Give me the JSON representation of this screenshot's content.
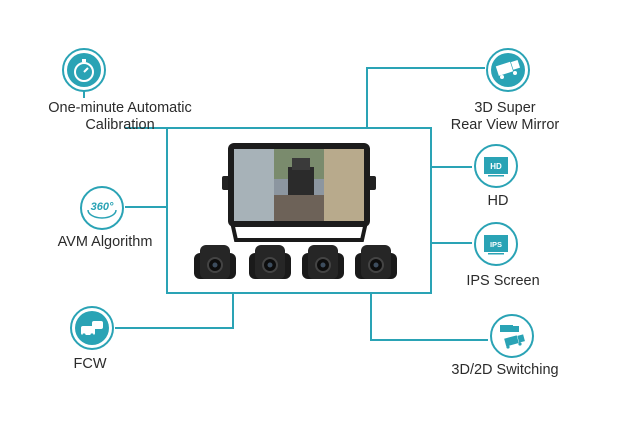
{
  "accent_color": "#2aa3b5",
  "features": {
    "calibration": {
      "line1": "One-minute Automatic",
      "line2": "Calibration",
      "icon": "stopwatch-icon"
    },
    "avm": {
      "label": "AVM Algorithm",
      "icon_text": "360°",
      "icon": "360-degree-icon"
    },
    "fcw": {
      "label": "FCW",
      "icon": "collision-warning-icon"
    },
    "mirror": {
      "line1": "3D Super",
      "line2": "Rear View Mirror",
      "icon": "truck-3d-icon"
    },
    "hd": {
      "label": "HD",
      "icon_text": "HD",
      "icon": "hd-screen-icon"
    },
    "ips": {
      "label": "IPS Screen",
      "icon_text": "IPS",
      "icon": "ips-screen-icon"
    },
    "switching": {
      "label": "3D/2D Switching",
      "icon": "truck-switch-icon"
    }
  },
  "product": {
    "cameras": 4
  }
}
